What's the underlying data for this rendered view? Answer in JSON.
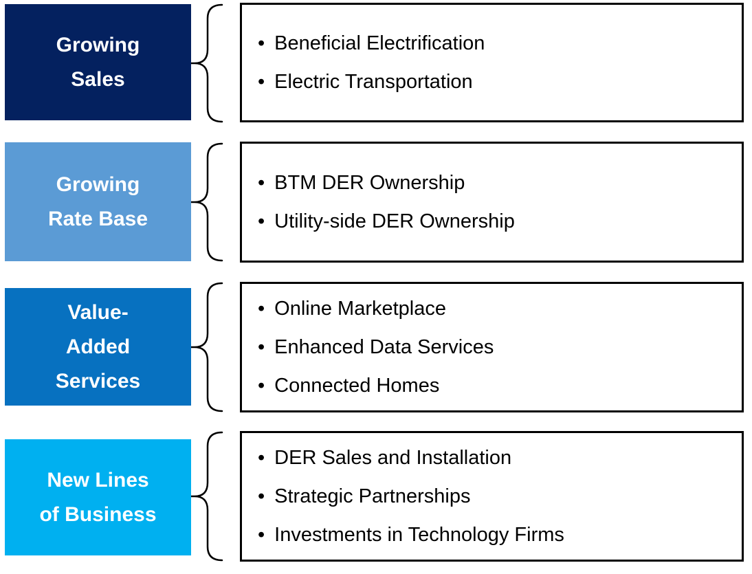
{
  "diagram": {
    "background_color": "#FFFFFF",
    "bullet_char": "•",
    "connector_color": "#000000",
    "bullet_box_border_color": "#000000",
    "bullet_text_color": "#000000",
    "label_text_color": "#FFFFFF",
    "rows": [
      {
        "label": "Growing Sales",
        "label_lines": [
          "Growing",
          "Sales"
        ],
        "color": "#04215F",
        "bullets": [
          "Beneficial Electrification",
          "Electric Transportation"
        ]
      },
      {
        "label": "Growing Rate Base",
        "label_lines": [
          "Growing",
          "Rate Base"
        ],
        "color": "#5B9BD5",
        "bullets": [
          "BTM DER Ownership",
          "Utility-side DER Ownership"
        ]
      },
      {
        "label": "Value-Added Services",
        "label_lines": [
          "Value-",
          "Added",
          "Services"
        ],
        "color": "#0771C0",
        "bullets": [
          "Online Marketplace",
          "Enhanced Data Services",
          "Connected Homes"
        ]
      },
      {
        "label": "New Lines of Business",
        "label_lines": [
          "New Lines",
          "of Business"
        ],
        "color": "#00B0F0",
        "bullets": [
          "DER Sales and Installation",
          "Strategic Partnerships",
          "Investments in Technology Firms"
        ]
      }
    ]
  }
}
